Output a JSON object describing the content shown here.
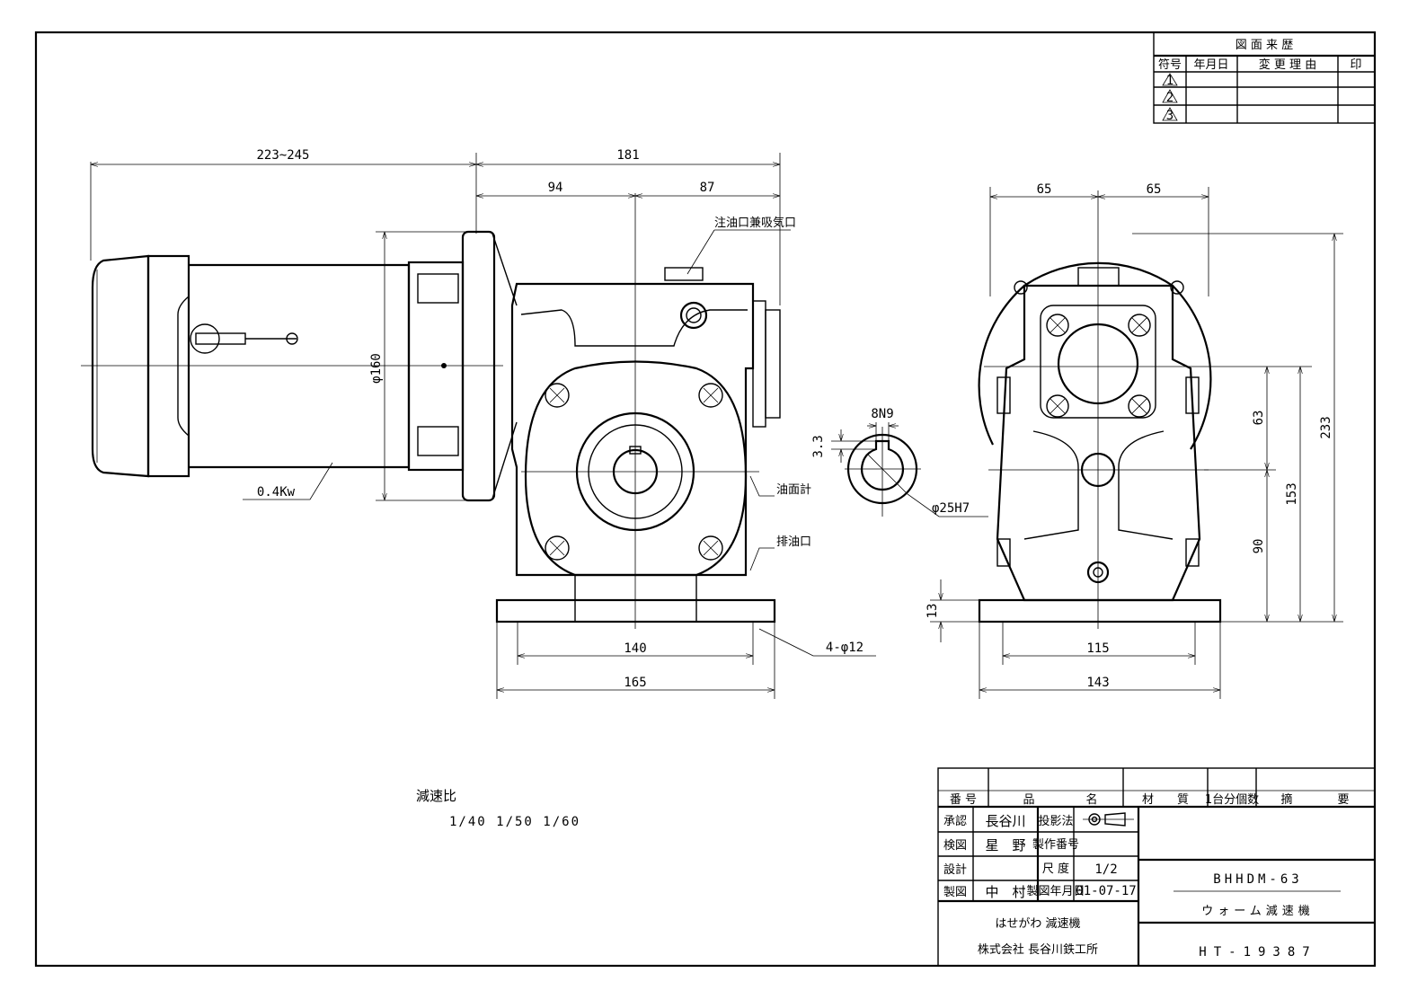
{
  "revision_table": {
    "title": "図 面 来 歴",
    "headers": [
      "符号",
      "年月日",
      "変 更 理 由",
      "印"
    ],
    "marks": [
      "1",
      "2",
      "3"
    ]
  },
  "front_view": {
    "dim_overall_motor": "223~245",
    "dim_gear_length": "181",
    "dim_left": "94",
    "dim_right": "87",
    "dim_flange_dia": "φ160",
    "motor_power": "0.4Kw",
    "oil_fill_label": "注油口兼吸気口",
    "oil_level_label": "油面計",
    "drain_label": "排油口",
    "dim_bolt_pitch": "140",
    "dim_base_width": "165",
    "dim_holes": "4-φ12"
  },
  "shaft_section": {
    "key_width": "8N9",
    "key_depth": "3.3",
    "bore": "φ25H7"
  },
  "side_view": {
    "dim_left": "65",
    "dim_right": "65",
    "dim_63": "63",
    "dim_90": "90",
    "dim_153": "153",
    "dim_233": "233",
    "dim_13": "13",
    "dim_115": "115",
    "dim_143": "143"
  },
  "reduction": {
    "label": "減速比",
    "ratios": "1/40  1/50  1/60"
  },
  "title_block": {
    "headers": [
      "番 号",
      "品",
      "名",
      "材　　質",
      "1台分個数",
      "摘",
      "要"
    ],
    "approve_label": "承認",
    "approve_name": "長谷川",
    "check_label": "検図",
    "check_name": "星　野",
    "design_label": "設計",
    "design_name": "",
    "draw_label": "製図",
    "draw_name": "中　村",
    "projection_label": "投影法",
    "serial_label": "製作番号",
    "scale_label": "尺 度",
    "scale_value": "1/2",
    "date_label": "製図年月日",
    "date_value": "01-07-17",
    "model": "BHHDM-63",
    "product_name": "ウォーム減速機",
    "brand_line": "はせがわ 減速機",
    "company": "株式会社 長谷川鉄工所",
    "drawing_number": "HT-19387"
  }
}
